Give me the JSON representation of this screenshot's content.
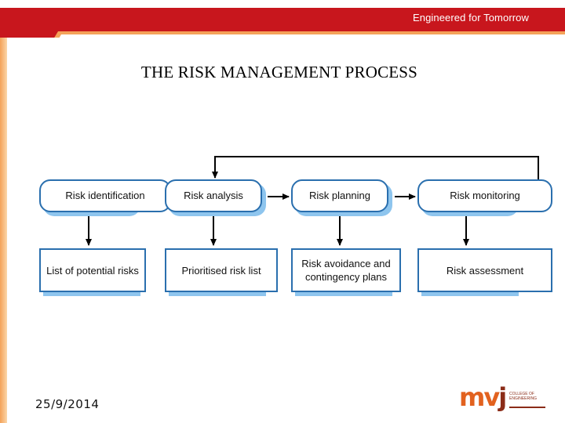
{
  "header": {
    "tagline": "Engineered for Tomorrow"
  },
  "title": "THE RISK MANAGEMENT PROCESS",
  "process_steps": [
    {
      "label": "Risk identification"
    },
    {
      "label": "Risk analysis"
    },
    {
      "label": "Risk planning"
    },
    {
      "label": "Risk monitoring"
    }
  ],
  "outputs": [
    {
      "label": "List of potential risks"
    },
    {
      "label": "Prioritised risk list"
    },
    {
      "label": "Risk avoidance and contingency plans"
    },
    {
      "label": "Risk assessment"
    }
  ],
  "footer": {
    "date": "25/9/2014",
    "logo": {
      "mark_mv": "mv",
      "mark_j": "j",
      "subtitle": "COLLEGE OF ENGINEERING"
    }
  },
  "colors": {
    "header_red": "#c8161d",
    "accent_orange": "#f4a259",
    "box_border": "#2a6fae",
    "box_shadow": "#8ec5ee"
  }
}
